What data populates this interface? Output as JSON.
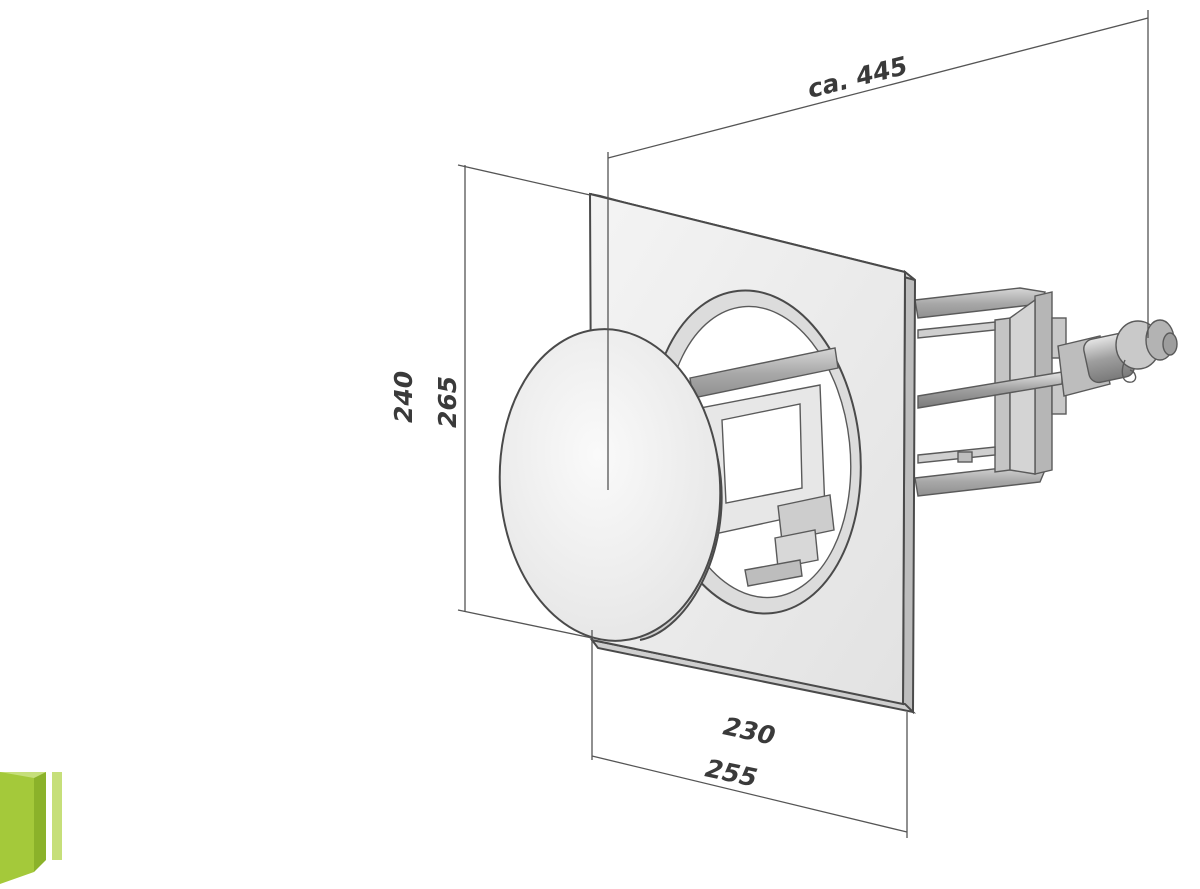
{
  "dimensions": {
    "depth": "ca. 445",
    "height_inner": "240",
    "height_outer": "265",
    "width_inner": "230",
    "width_outer": "255"
  },
  "colors": {
    "logo_green": "#a4c93a",
    "logo_green_light": "#c6df7a",
    "panel_face": "#ededed",
    "panel_edge": "#c9c9c9",
    "frame_metal": "#b8b8b8",
    "disc_face": "#f3f3f3"
  },
  "logo": {
    "icon": "door-logo-icon"
  }
}
